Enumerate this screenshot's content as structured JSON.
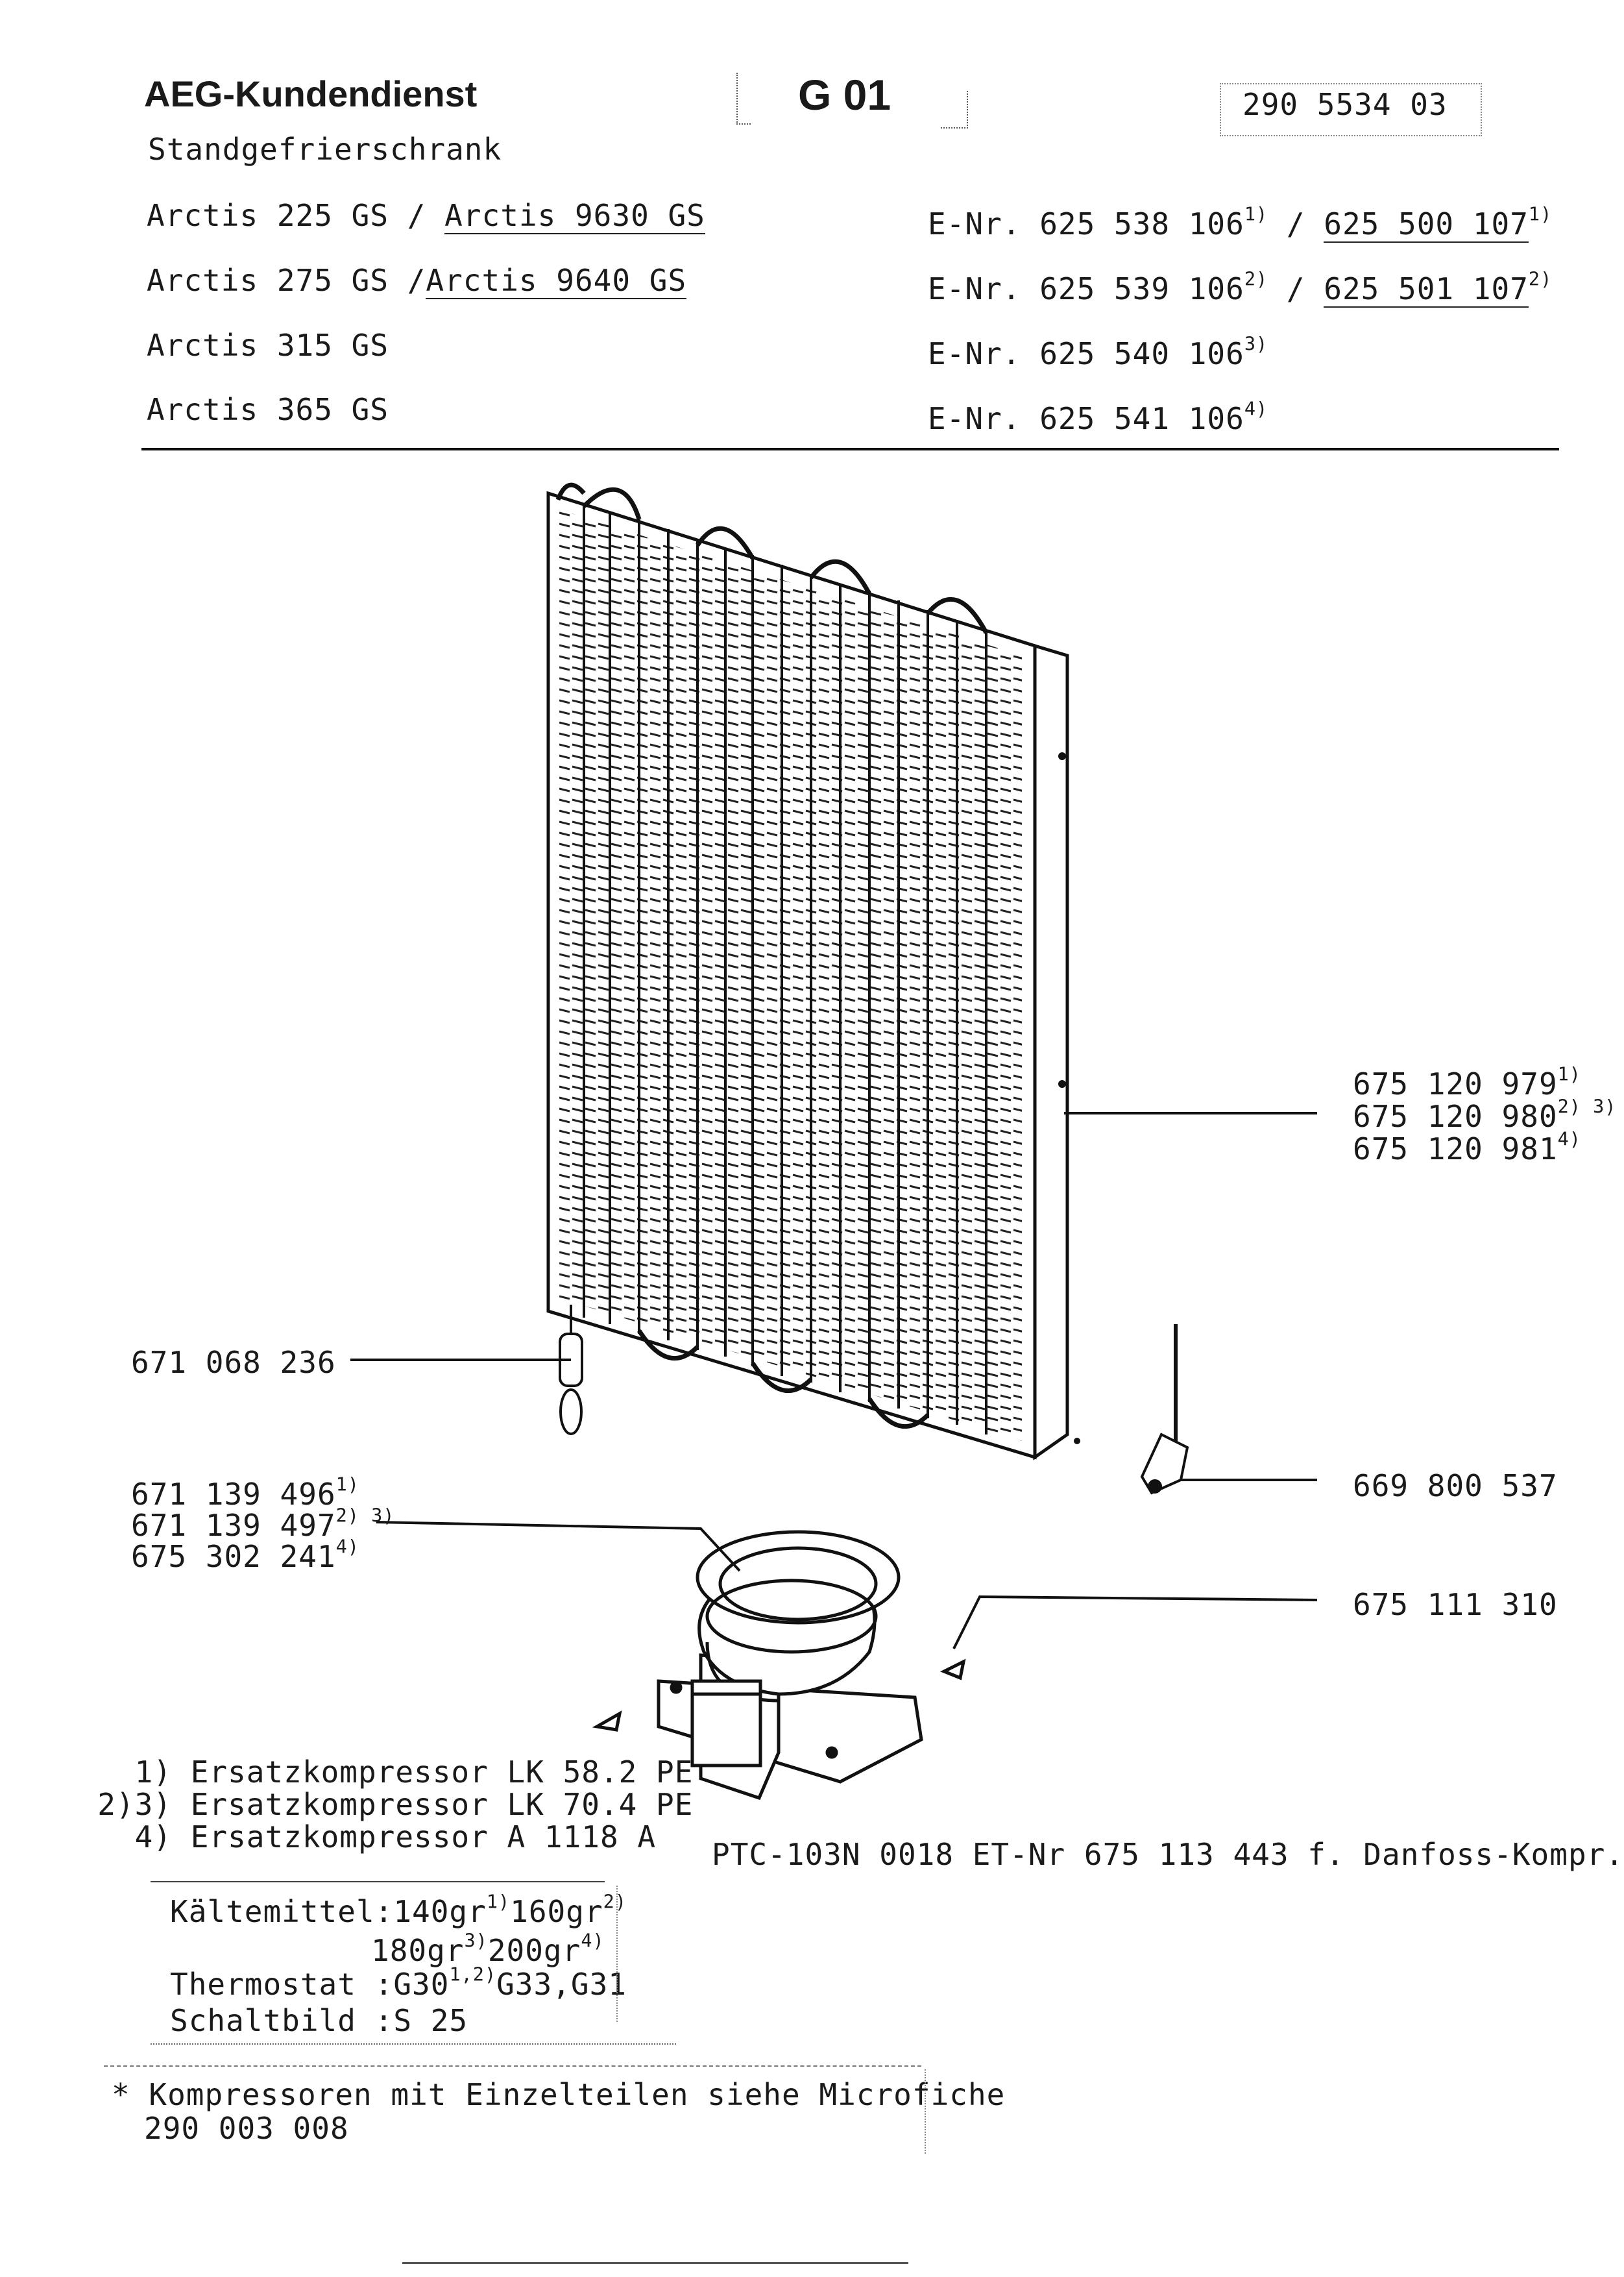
{
  "header": {
    "brand": "AEG-Kundendienst",
    "code": "G 01",
    "doc_number": "290 5534 03",
    "product_type": "Standgefrierschrank"
  },
  "models": [
    {
      "name": "Arctis 225 GS",
      "sep": " / ",
      "alt": "Arctis 9630 GS",
      "enr_label": "E-Nr.",
      "enr": "625 538 106",
      "enr_note": "1)",
      "enr_sep": " / ",
      "enr_alt": "625 500 107",
      "enr_alt_note": "1)"
    },
    {
      "name": "Arctis 275 GS",
      "sep": " /",
      "alt": "Arctis 9640 GS",
      "enr_label": "E-Nr.",
      "enr": "625 539 106",
      "enr_note": "2)",
      "enr_sep": " / ",
      "enr_alt": "625 501 107",
      "enr_alt_note": "2)"
    },
    {
      "name": "Arctis 315 GS",
      "enr_label": "E-Nr.",
      "enr": "625 540 106",
      "enr_note": "3)"
    },
    {
      "name": "Arctis 365 GS",
      "enr_label": "E-Nr.",
      "enr": "625 541 106",
      "enr_note": "4)"
    }
  ],
  "parts": {
    "evaporator": [
      {
        "number": "675 120 979",
        "note": "1)"
      },
      {
        "number": "675 120 980",
        "note": "2) 3)"
      },
      {
        "number": "675 120 981",
        "note": "4)"
      }
    ],
    "sensor": {
      "number": "671 068 236"
    },
    "thermostat_part": {
      "number": "669 800 537"
    },
    "compressor": [
      {
        "number": "671 139 496",
        "note": "1)"
      },
      {
        "number": "671 139 497",
        "note": "2) 3)"
      },
      {
        "number": "675 302 241",
        "note": "4)"
      }
    ],
    "clip": {
      "number": "675 111 310"
    }
  },
  "replacements": [
    {
      "mark": "1)",
      "text": "Ersatzkompressor LK 58.2 PE"
    },
    {
      "mark": "2)3)",
      "text": "Ersatzkompressor LK 70.4 PE"
    },
    {
      "mark": "4)",
      "text": "Ersatzkompressor A 1118 A"
    }
  ],
  "ptc_note": "PTC-103N 0018 ET-Nr 675 113 443 f. Danfoss-Kompr.",
  "specs": {
    "refrigerant_label": "Kältemittel",
    "refrigerant_values": [
      {
        "value": "140gr",
        "note": "1)"
      },
      {
        "value": "160gr",
        "note": "2)"
      },
      {
        "value": "180gr",
        "note": "3)"
      },
      {
        "value": "200gr",
        "note": "4)"
      }
    ],
    "thermostat_label": "Thermostat",
    "thermostat_value_1": "G30",
    "thermostat_note_1": "1,2)",
    "thermostat_value_2": "G33,G31",
    "wiring_label": "Schaltbild",
    "wiring_value": "S 25"
  },
  "footnote": {
    "line1": "* Kompressoren mit Einzelteilen siehe Microfiche",
    "line2": "290 003 008"
  }
}
